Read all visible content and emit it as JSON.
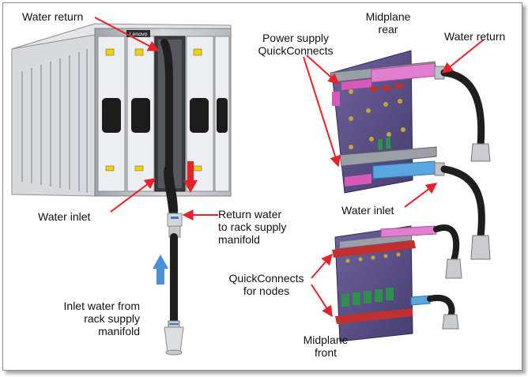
{
  "labels": {
    "water_return_left": "Water return",
    "water_inlet_left": "Water inlet",
    "return_water": [
      "Return water",
      "to rack supply",
      "manifold"
    ],
    "inlet_water": [
      "Inlet water from",
      "rack supply",
      "manifold"
    ],
    "midplane_rear": [
      "Midplane",
      "rear"
    ],
    "power_supply": [
      "Power supply",
      "QuickConnects"
    ],
    "water_return_right": "Water return",
    "water_inlet_right": "Water inlet",
    "quickconnects_nodes": [
      "QuickConnects",
      "for nodes"
    ],
    "midplane_front": [
      "Midplane",
      "front"
    ],
    "brand_plate": "Lenovo"
  },
  "colors": {
    "callout_arrow": "#e8202a",
    "flow_down_arrow": "#e8202a",
    "flow_up_arrow": "#4a90d9",
    "chassis": "#c9ccd0",
    "midplane_board": "#5a4f86",
    "manifold_pink": "#d85ab8",
    "manifold_blue": "#5aa6e0",
    "connector_green": "#2f8f4e",
    "hose": "#1e1e1e"
  }
}
